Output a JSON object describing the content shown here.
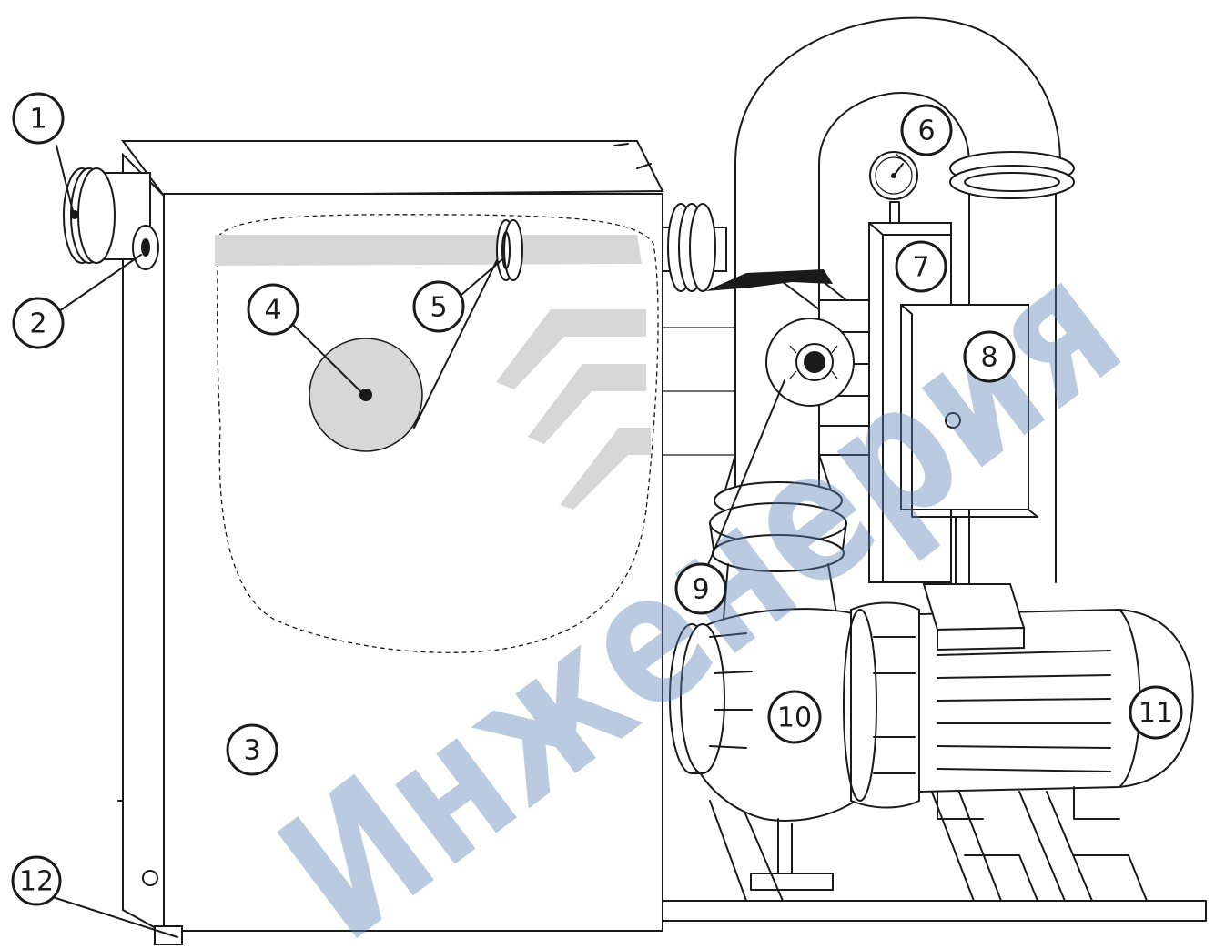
{
  "callouts": [
    {
      "id": "1",
      "label": "1"
    },
    {
      "id": "2",
      "label": "2"
    },
    {
      "id": "3",
      "label": "3"
    },
    {
      "id": "4",
      "label": "4"
    },
    {
      "id": "5",
      "label": "5"
    },
    {
      "id": "6",
      "label": "6"
    },
    {
      "id": "7",
      "label": "7"
    },
    {
      "id": "8",
      "label": "8"
    },
    {
      "id": "9",
      "label": "9"
    },
    {
      "id": "10",
      "label": "10"
    },
    {
      "id": "11",
      "label": "11"
    },
    {
      "id": "12",
      "label": "12"
    }
  ],
  "watermark": {
    "text": "Инженерия",
    "color": "#5c84b8"
  },
  "colors": {
    "line": "#1a1a1a",
    "shade": "#d7d7d7",
    "background": "#ffffff"
  }
}
